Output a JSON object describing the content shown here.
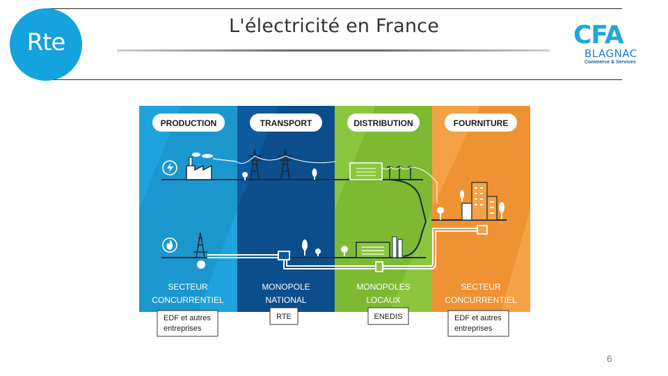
{
  "header": {
    "title": "L'électricité en France",
    "logo_left_text": "Rte",
    "logo_right": {
      "main": "CFA",
      "sub": "BLAGNAC",
      "tagline": "Commerce & Services"
    }
  },
  "sectors": [
    {
      "heading": "PRODUCTION",
      "category_line1": "SECTEUR",
      "category_line2": "CONCURRENTIEL",
      "actor_line1": "EDF et autres",
      "actor_line2": "entreprises",
      "color": "#1fa3dd"
    },
    {
      "heading": "TRANSPORT",
      "category_line1": "MONOPOLE",
      "category_line2": "NATIONAL",
      "actor_line1": "RTE",
      "actor_line2": "",
      "color": "#0e5a9e"
    },
    {
      "heading": "DISTRIBUTION",
      "category_line1": "MONOPOLES",
      "category_line2": "LOCAUX",
      "actor_line1": "ENEDIS",
      "actor_line2": "",
      "color": "#8cc63f"
    },
    {
      "heading": "FOURNITURE",
      "category_line1": "SECTEUR",
      "category_line2": "CONCURRENTIEL",
      "actor_line1": "EDF et autres",
      "actor_line2": "entreprises",
      "color": "#f4a246"
    }
  ],
  "icons": [
    "lightning-icon",
    "flame-icon",
    "power-plant-icon",
    "pylon-icon",
    "substation-icon",
    "city-buildings-icon",
    "tree-icon",
    "pipeline-icon"
  ],
  "footer": {
    "page_number": "6"
  }
}
